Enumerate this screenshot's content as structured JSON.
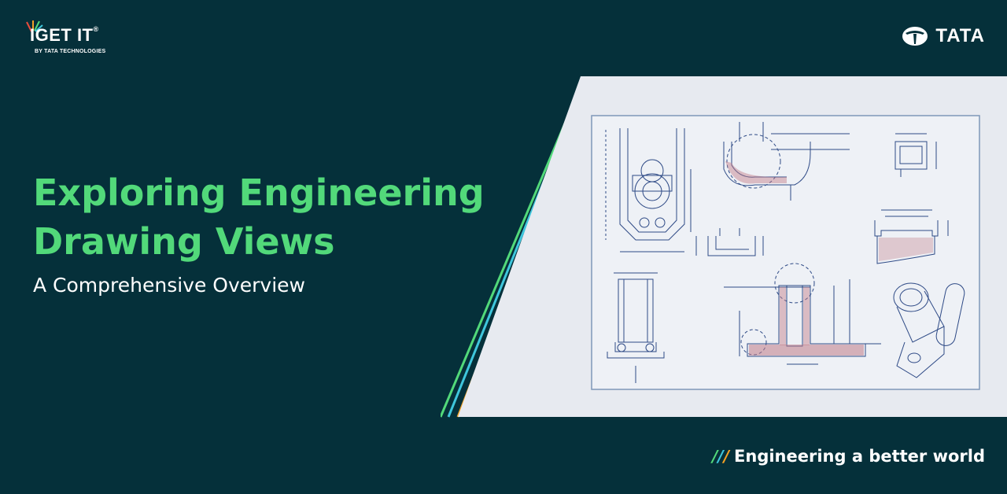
{
  "brand": {
    "logo_main": "IGET IT",
    "logo_tm": "®",
    "logo_sub": "BY TATA TECHNOLOGIES",
    "corporate": "TATA"
  },
  "hero": {
    "title": "Exploring Engineering\nDrawing Views",
    "subtitle": "A Comprehensive Overview"
  },
  "footer": {
    "slashes": "///",
    "tagline": "Engineering a better world"
  },
  "colors": {
    "background": "#05303a",
    "accent_green": "#52d97a",
    "accent_cyan": "#3fc6dc",
    "accent_orange": "#f2a024",
    "sheet": "#e7eaf0",
    "line_art": "#2e4a86"
  },
  "icons": {
    "logo_rays": "multicolor-rays-icon",
    "tata_emblem": "tata-emblem-icon"
  }
}
